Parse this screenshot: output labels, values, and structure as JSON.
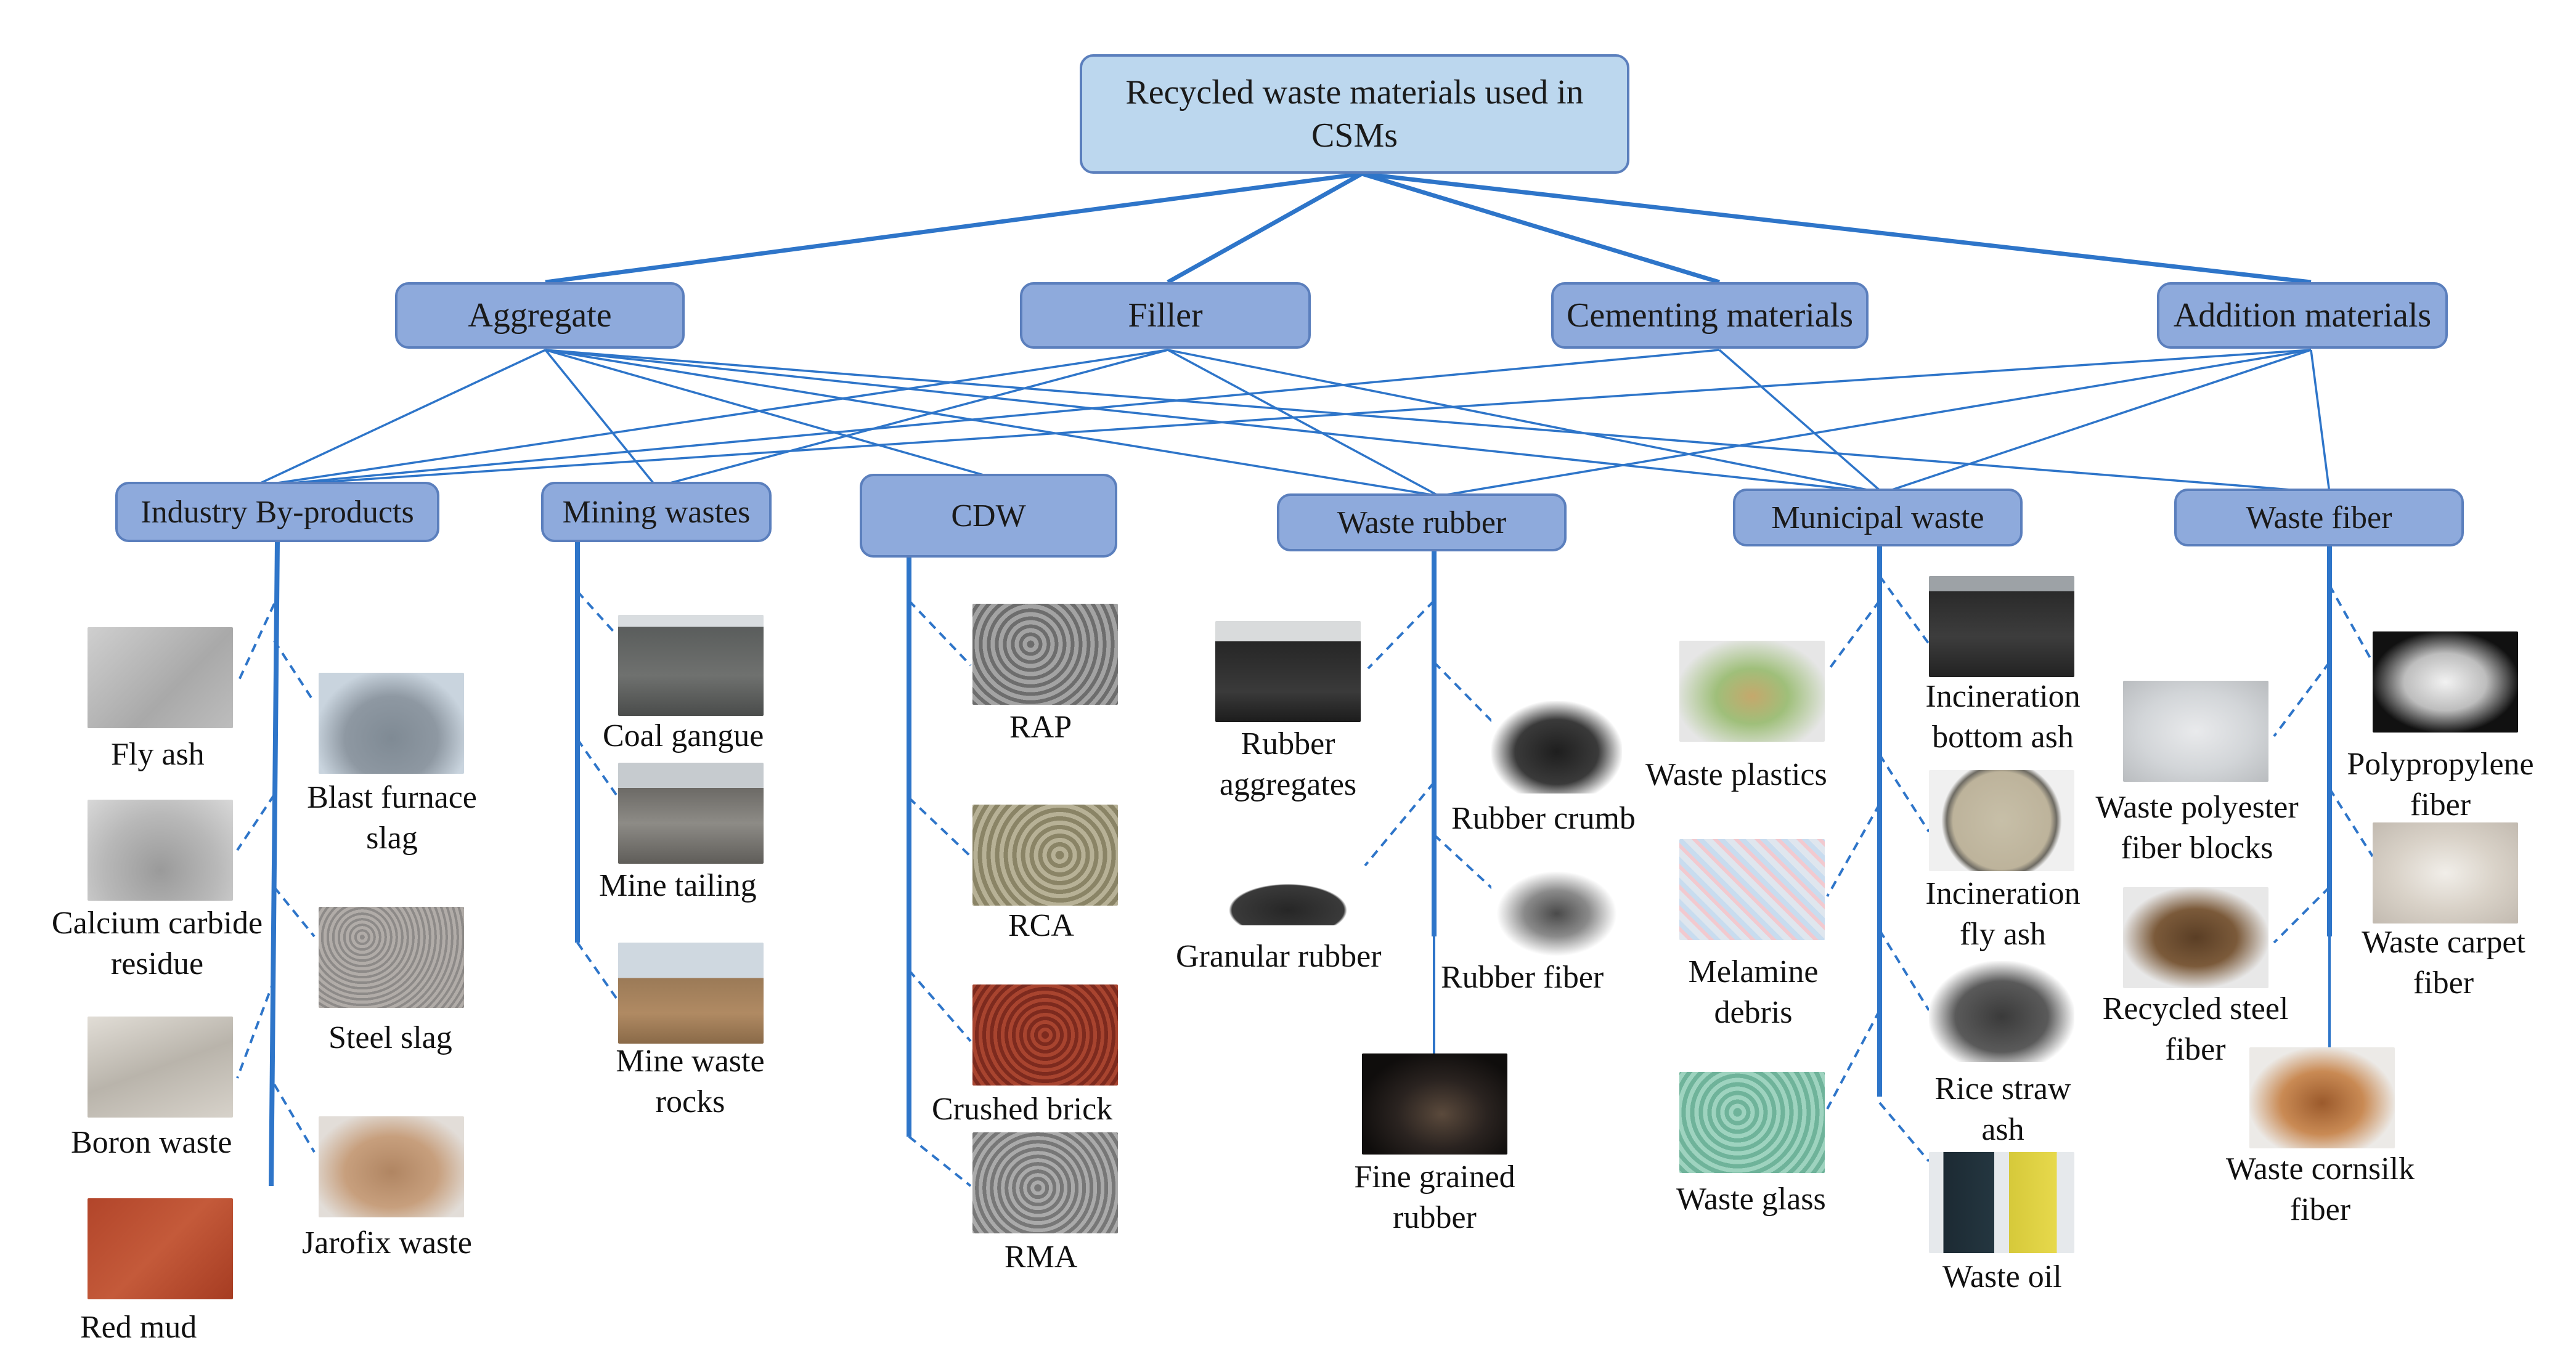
{
  "root": "Recycled waste materials used in CSMs",
  "categories": [
    "Aggregate",
    "Filler",
    "Cementing materials",
    "Addition materials"
  ],
  "subcategories": [
    "Industry By-products",
    "Mining wastes",
    "CDW",
    "Waste rubber",
    "Municipal waste",
    "Waste fiber"
  ],
  "materials": {
    "industry": [
      "Fly ash",
      "Blast furnace slag",
      "Calcium carbide residue",
      "Steel slag",
      "Boron waste",
      "Jarofix waste",
      "Red mud"
    ],
    "mining": [
      "Coal gangue",
      "Mine tailing",
      "Mine waste rocks"
    ],
    "cdw": [
      "RAP",
      "RCA",
      "Crushed brick",
      "RMA"
    ],
    "rubber": [
      "Rubber aggregates",
      "Rubber crumb",
      "Granular rubber",
      "Rubber  fiber",
      "Fine grained rubber"
    ],
    "municipal": [
      "Waste plastics",
      "Incineration bottom ash",
      "Melamine debris",
      "Incineration fly ash",
      "Rice straw ash",
      "Waste glass",
      "Waste oil"
    ],
    "fiber": [
      "Waste polyester fiber blocks",
      "Polypropylene fiber",
      "Recycled steel fiber",
      "Waste carpet fiber",
      "Waste cornsilk fiber"
    ]
  }
}
